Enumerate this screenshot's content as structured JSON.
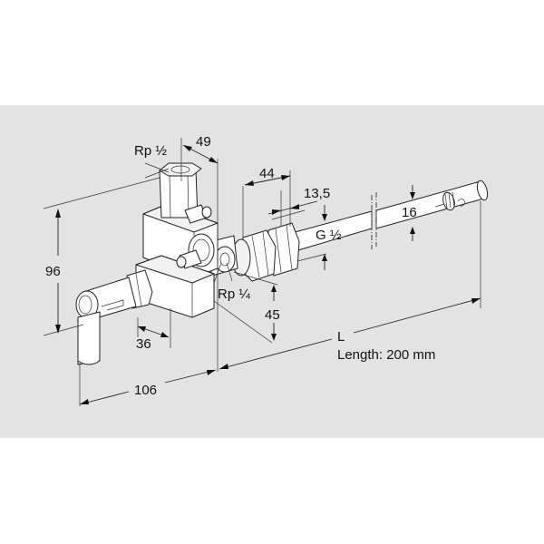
{
  "drawing": {
    "title": "Technical dimension drawing of valve assembly with sensor tube",
    "background_panel_color": "#e3e3e3",
    "page_color": "#ffffff",
    "line_color": "#222222"
  },
  "labels": {
    "thread_top": "Rp ½",
    "thread_side": "Rp ¼",
    "thread_tube": "G ½",
    "length_symbol": "L",
    "length_text": "Length: 200 mm"
  },
  "dimensions": {
    "d49": "49",
    "d44": "44",
    "d13_5": "13,5",
    "d16": "16",
    "d96": "96",
    "d36": "36",
    "d45": "45",
    "d106": "106"
  }
}
